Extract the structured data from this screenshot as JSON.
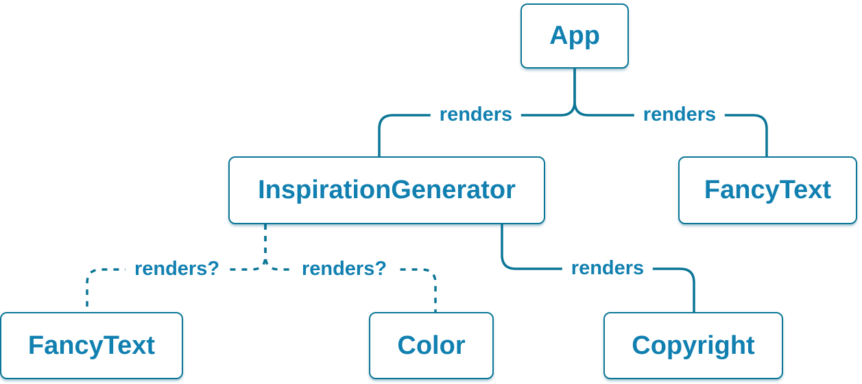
{
  "diagram": {
    "type": "component-tree",
    "accent_color": "#0c7696",
    "text_color": "#1180b0",
    "node_fill": "#ffffff",
    "nodes": [
      {
        "id": "app",
        "label": "App"
      },
      {
        "id": "inspiration-generator",
        "label": "InspirationGenerator"
      },
      {
        "id": "fancy-text-top",
        "label": "FancyText"
      },
      {
        "id": "fancy-text-bottom",
        "label": "FancyText"
      },
      {
        "id": "color",
        "label": "Color"
      },
      {
        "id": "copyright",
        "label": "Copyright"
      }
    ],
    "edges": [
      {
        "from": "App",
        "to": "InspirationGenerator",
        "label": "renders",
        "style": "solid"
      },
      {
        "from": "App",
        "to": "FancyText",
        "label": "renders",
        "style": "solid"
      },
      {
        "from": "InspirationGenerator",
        "to": "FancyText",
        "label": "renders?",
        "style": "dashed"
      },
      {
        "from": "InspirationGenerator",
        "to": "Color",
        "label": "renders?",
        "style": "dashed"
      },
      {
        "from": "InspirationGenerator",
        "to": "Copyright",
        "label": "renders",
        "style": "solid"
      }
    ]
  }
}
